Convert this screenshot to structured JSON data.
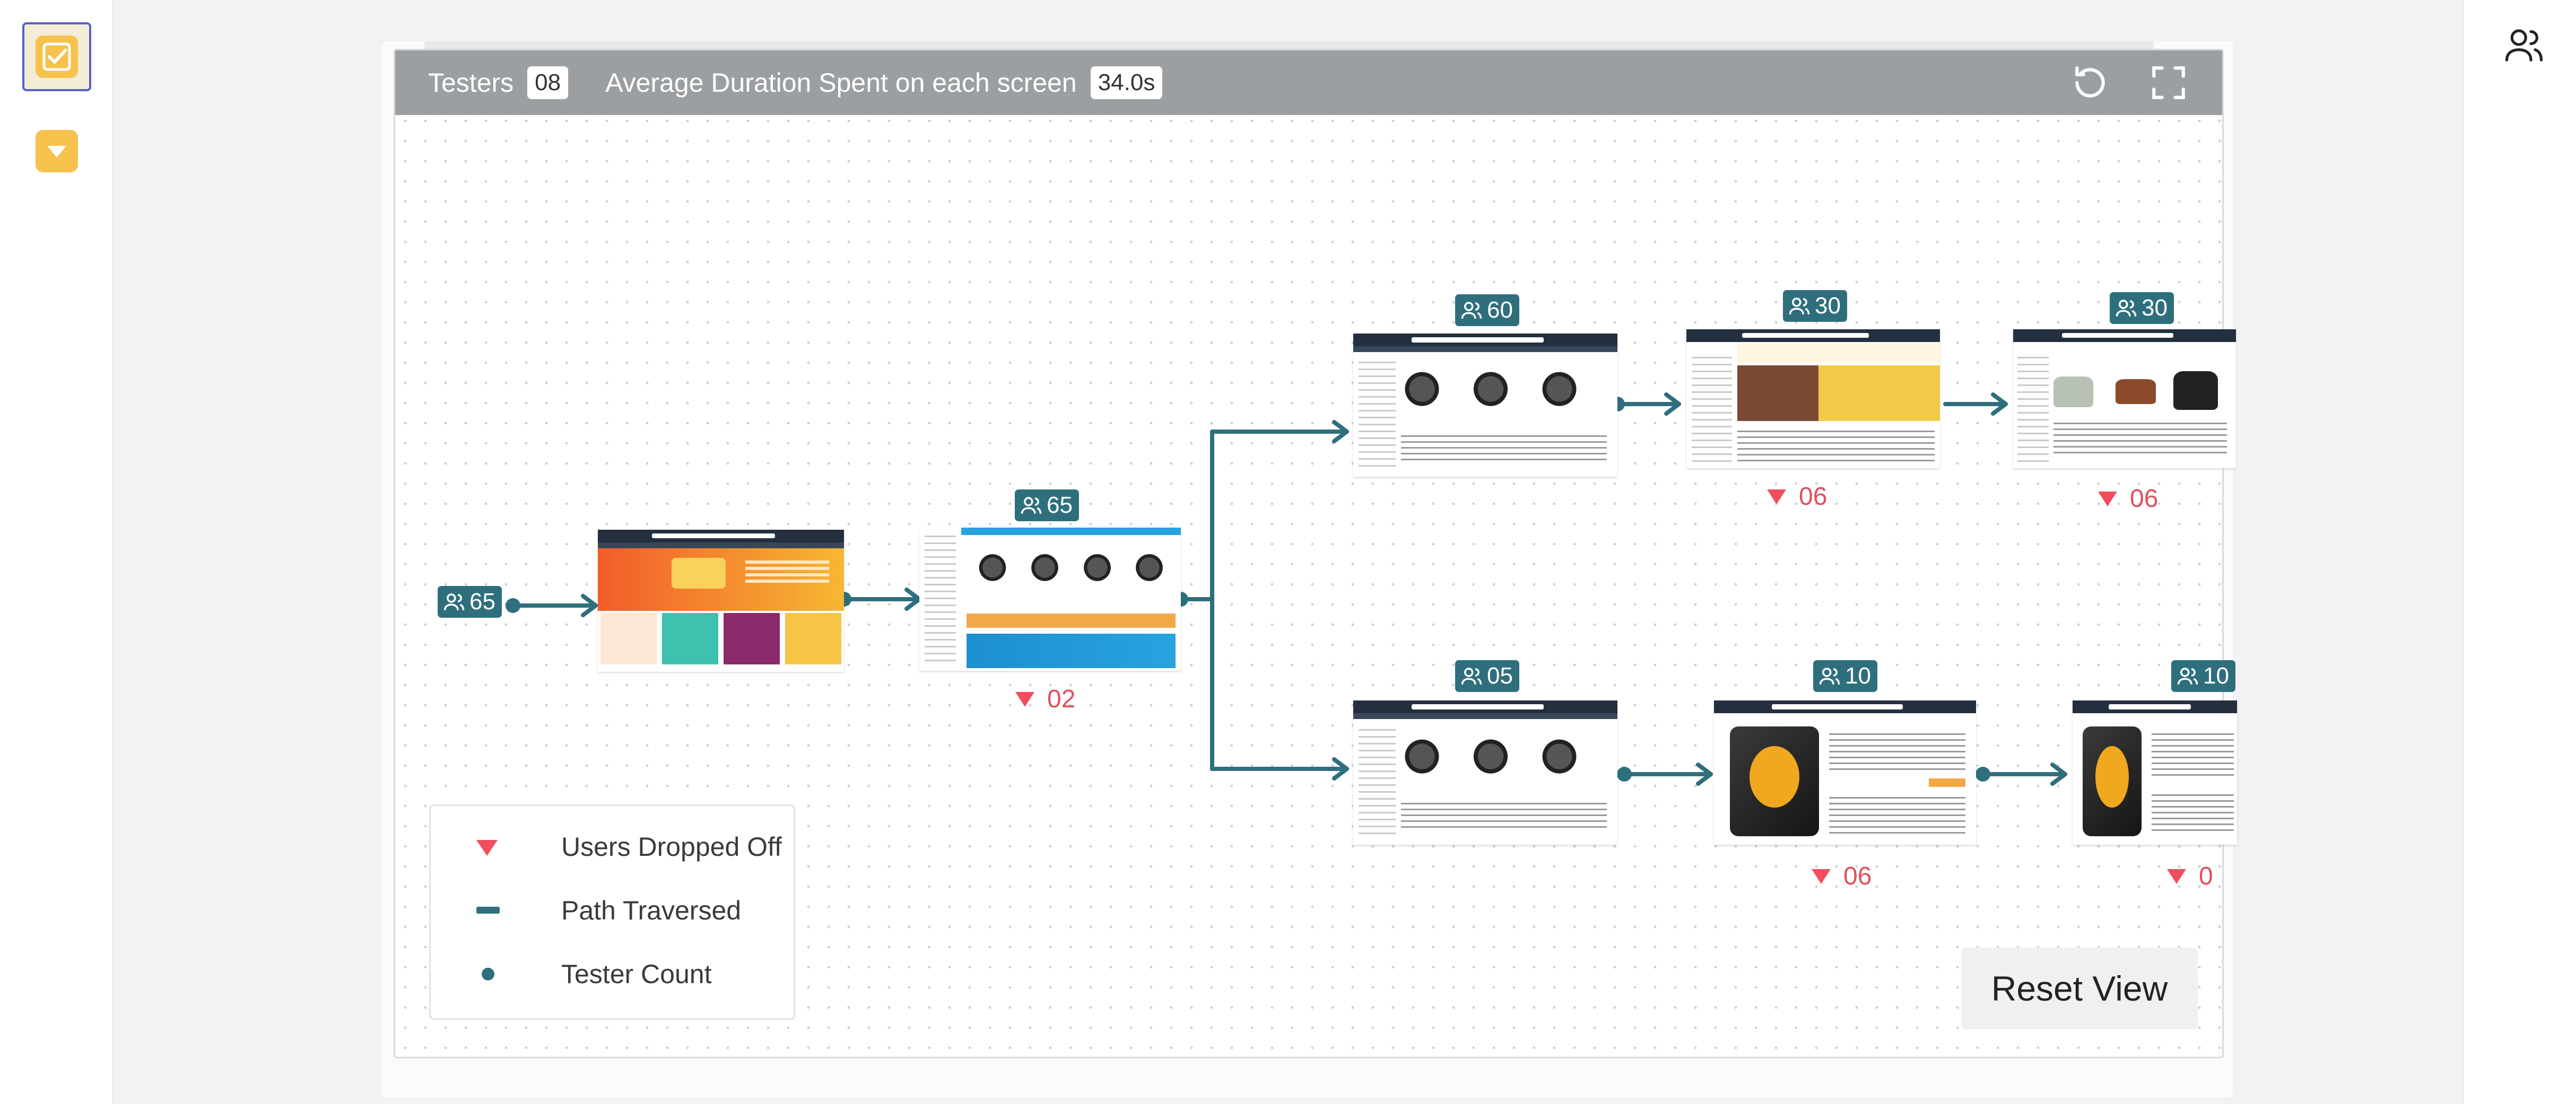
{
  "toolbar": {
    "testers_label": "Testers",
    "testers_count": "08",
    "duration_label": "Average Duration Spent on each screen",
    "duration_value": "34.0s"
  },
  "flow": {
    "start_count": "65",
    "screen2_count": "65",
    "screen2_dropped": "02",
    "top_path": {
      "counts": [
        "60",
        "30",
        "30"
      ],
      "dropped": [
        "06",
        "06"
      ]
    },
    "bottom_path": {
      "counts": [
        "05",
        "10",
        "10"
      ],
      "dropped": [
        "06",
        "0"
      ]
    }
  },
  "legend": {
    "dropped": "Users Dropped Off",
    "path": "Path Traversed",
    "count": "Tester Count"
  },
  "reset_label": "Reset View",
  "colors": {
    "path": "#2f6f7d",
    "drop": "#f04e5e",
    "toolbar": "#9c9fa1",
    "accent": "#f6c24c"
  },
  "icons": [
    "checkbox-icon",
    "dropdown-icon",
    "user-group-icon",
    "refresh-icon",
    "fullscreen-icon"
  ]
}
